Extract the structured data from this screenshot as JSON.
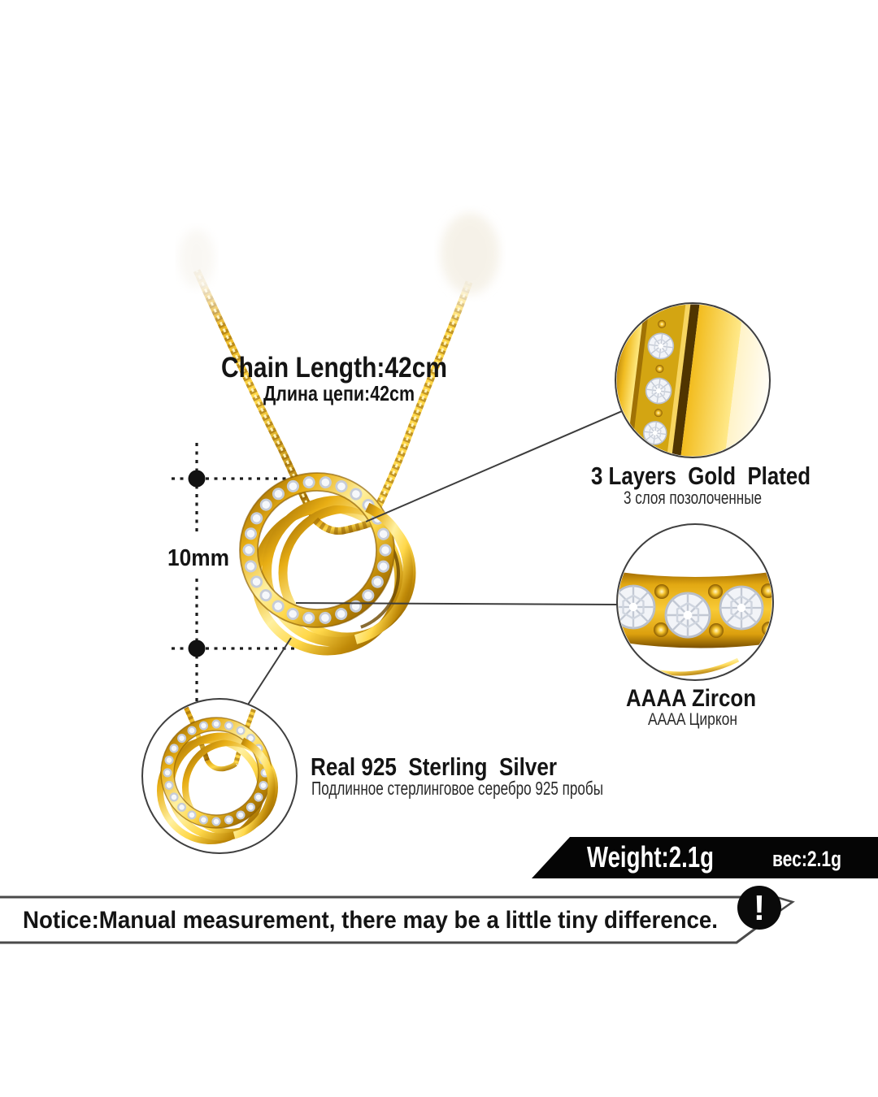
{
  "labels": {
    "chain_length_en": "Chain Length:42cm",
    "chain_length_ru": "Длина цепи:42cm",
    "size": "10mm",
    "gold_en": "3 Layers  Gold  Plated",
    "gold_ru": "3 слоя позолоченные",
    "zircon_en": "AAAA Zircon",
    "zircon_ru": "AAAA Циркон",
    "silver_en": "Real 925  Sterling  Silver",
    "silver_ru": "Подлинное стерлинговое серебро 925 пробы",
    "weight_en": "Weight:2.1g",
    "weight_ru": "вес:2.1g",
    "notice": "Notice:Manual measurement, there may be a little tiny difference.",
    "exclamation": "!"
  },
  "colors": {
    "background": "#ffffff",
    "text": "#141414",
    "gold": "#F0BC22",
    "gold_dark": "#8a5a00",
    "zircon": "#f2f4f8",
    "callout_line": "#3c3c3c",
    "banner_bg": "#050505",
    "banner_text": "#ffffff",
    "notice_border": "#4a4a4a"
  }
}
